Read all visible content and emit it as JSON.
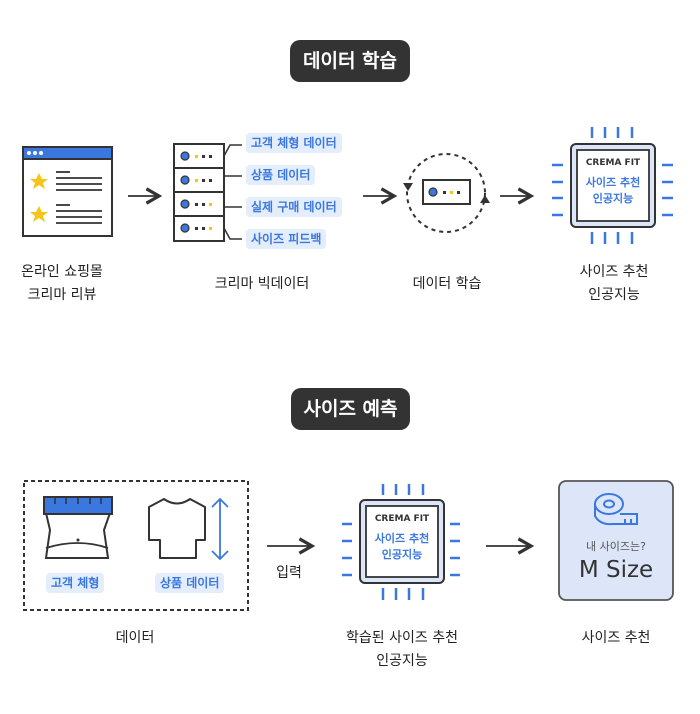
{
  "section1": {
    "title": "데이터 학습",
    "tags": [
      "고객 체형 데이터",
      "상품 데이터",
      "실제 구매 데이터",
      "사이즈 피드백"
    ],
    "chip": {
      "brand": "CREMA FIT",
      "line1": "사이즈 추천",
      "line2": "인공지능"
    },
    "labels": {
      "reviews_1": "온라인 쇼핑몰",
      "reviews_2": "크리마 리뷰",
      "bigdata": "크리마 빅데이터",
      "learning": "데이터 학습",
      "ai_1": "사이즈 추천",
      "ai_2": "인공지능"
    }
  },
  "section2": {
    "title": "사이즈 예측",
    "tags": {
      "body": "고객 체형",
      "product": "상품 데이터"
    },
    "input_label": "입력",
    "chip": {
      "brand": "CREMA FIT",
      "line1": "사이즈 추천",
      "line2": "인공지능"
    },
    "result": {
      "question": "내 사이즈는?",
      "size": "M Size"
    },
    "labels": {
      "data": "데이터",
      "trained_1": "학습된 사이즈 추천",
      "trained_2": "인공지능",
      "recommend": "사이즈 추천"
    }
  },
  "colors": {
    "blue": "#3a78e0",
    "tag_bg": "#e3edfb",
    "dark": "#333333",
    "star": "#f5c518",
    "result_bg": "#dce6f8"
  }
}
